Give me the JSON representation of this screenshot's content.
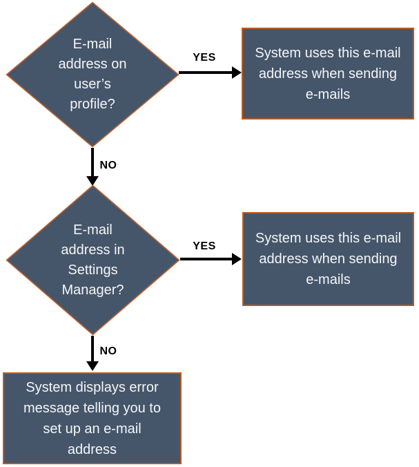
{
  "page": {
    "background": "#FFFFFF"
  },
  "colors": {
    "shape_fill": "#45566B",
    "diamond_border": "#C0632D",
    "rect_border": "#BE5B1D",
    "shape_text": "#F5F5F5",
    "arrow": "#000000",
    "branch_label": "#000000"
  },
  "flowchart": {
    "decision_profile": {
      "lines": [
        "E-mail",
        "address on",
        "user’s",
        "profile?"
      ]
    },
    "outcome_profile_yes": {
      "lines": [
        "System uses this e-mail",
        "address when sending",
        "e-mails"
      ]
    },
    "decision_settings": {
      "lines": [
        "E-mail",
        "address in",
        "Settings",
        "Manager?"
      ]
    },
    "outcome_settings_yes": {
      "lines": [
        "System uses this e-mail",
        "address when sending",
        "e-mails"
      ]
    },
    "outcome_error": {
      "lines": [
        "System displays error",
        "message telling you to",
        "set up an e-mail",
        "address"
      ]
    },
    "branch_labels": {
      "profile_yes": "YES",
      "profile_no": "NO",
      "settings_yes": "YES",
      "settings_no": "NO"
    }
  }
}
